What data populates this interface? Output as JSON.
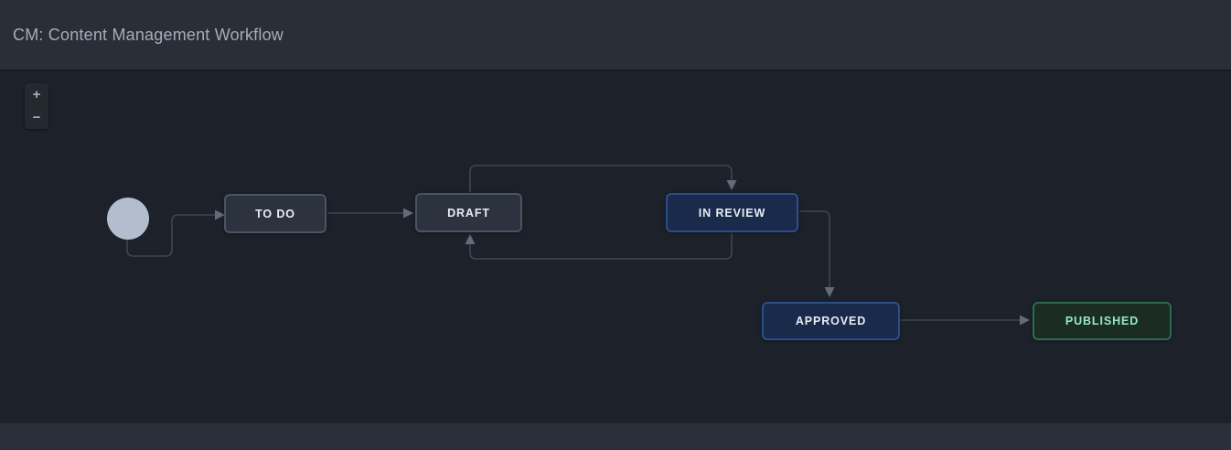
{
  "header": {
    "title": "CM: Content Management Workflow"
  },
  "zoom_controls": {
    "zoom_in": "+",
    "zoom_out": "−"
  },
  "diagram": {
    "type": "workflow",
    "nodes": [
      {
        "id": "start",
        "label": "",
        "kind": "start-circle"
      },
      {
        "id": "to-do",
        "label": "TO DO",
        "kind": "status-gray"
      },
      {
        "id": "draft",
        "label": "DRAFT",
        "kind": "status-gray"
      },
      {
        "id": "in-review",
        "label": "IN REVIEW",
        "kind": "status-blue"
      },
      {
        "id": "approved",
        "label": "APPROVED",
        "kind": "status-blue"
      },
      {
        "id": "published",
        "label": "PUBLISHED",
        "kind": "status-green"
      }
    ],
    "edges": [
      {
        "from": "start",
        "to": "to-do"
      },
      {
        "from": "to-do",
        "to": "draft"
      },
      {
        "from": "draft",
        "to": "in-review"
      },
      {
        "from": "in-review",
        "to": "draft"
      },
      {
        "from": "in-review",
        "to": "approved"
      },
      {
        "from": "approved",
        "to": "published"
      }
    ]
  },
  "colors": {
    "header_bg": "#292e37",
    "canvas_bg": "#1d212a",
    "footer_bg": "#2a2f39",
    "status_gray_bg": "#2d333e",
    "status_gray_border": "#4b5462",
    "status_blue_bg": "#192a4b",
    "status_blue_border": "#2d4e8c",
    "status_green_bg": "#1a2c24",
    "status_green_border": "#2e6b4e",
    "status_green_text": "#97e8c5",
    "node_text": "#e9edf3",
    "start_circle": "#b2bdce",
    "edge_line": "#3f4552",
    "edge_arrow": "#626b79",
    "header_text": "#a6adb9"
  }
}
